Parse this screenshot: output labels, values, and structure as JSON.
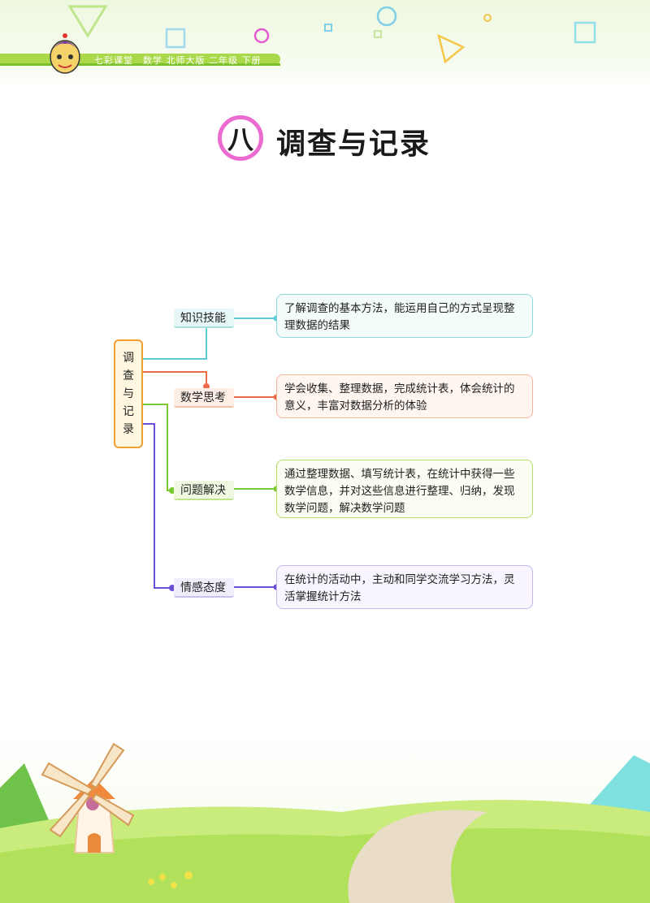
{
  "header": {
    "text": "七彩课堂　数学 北师大版 二年级 下册"
  },
  "title": {
    "numeral": "八",
    "text": "调查与记录"
  },
  "mindmap": {
    "root": [
      "调",
      "查",
      "与",
      "记",
      "录"
    ],
    "branches": [
      {
        "label": "知识技能",
        "color": "#5ccdd6",
        "content": "了解调查的基本方法，能运用自己的方式呈现整理数据的结果"
      },
      {
        "label": "数学思考",
        "color": "#ec6c4a",
        "content": "学会收集、整理数据，完成统计表，体会统计的意义，丰富对数据分析的体验"
      },
      {
        "label": "问题解决",
        "color": "#7cc832",
        "content": "通过整理数据、填写统计表，在统计中获得一些数学信息，并对这些信息进行整理、归纳，发现数学问题，解决数学问题"
      },
      {
        "label": "情感态度",
        "color": "#6a4fd6",
        "content": "在统计的活动中，主动和同学交流学习方法，灵活掌握统计方法"
      }
    ]
  }
}
